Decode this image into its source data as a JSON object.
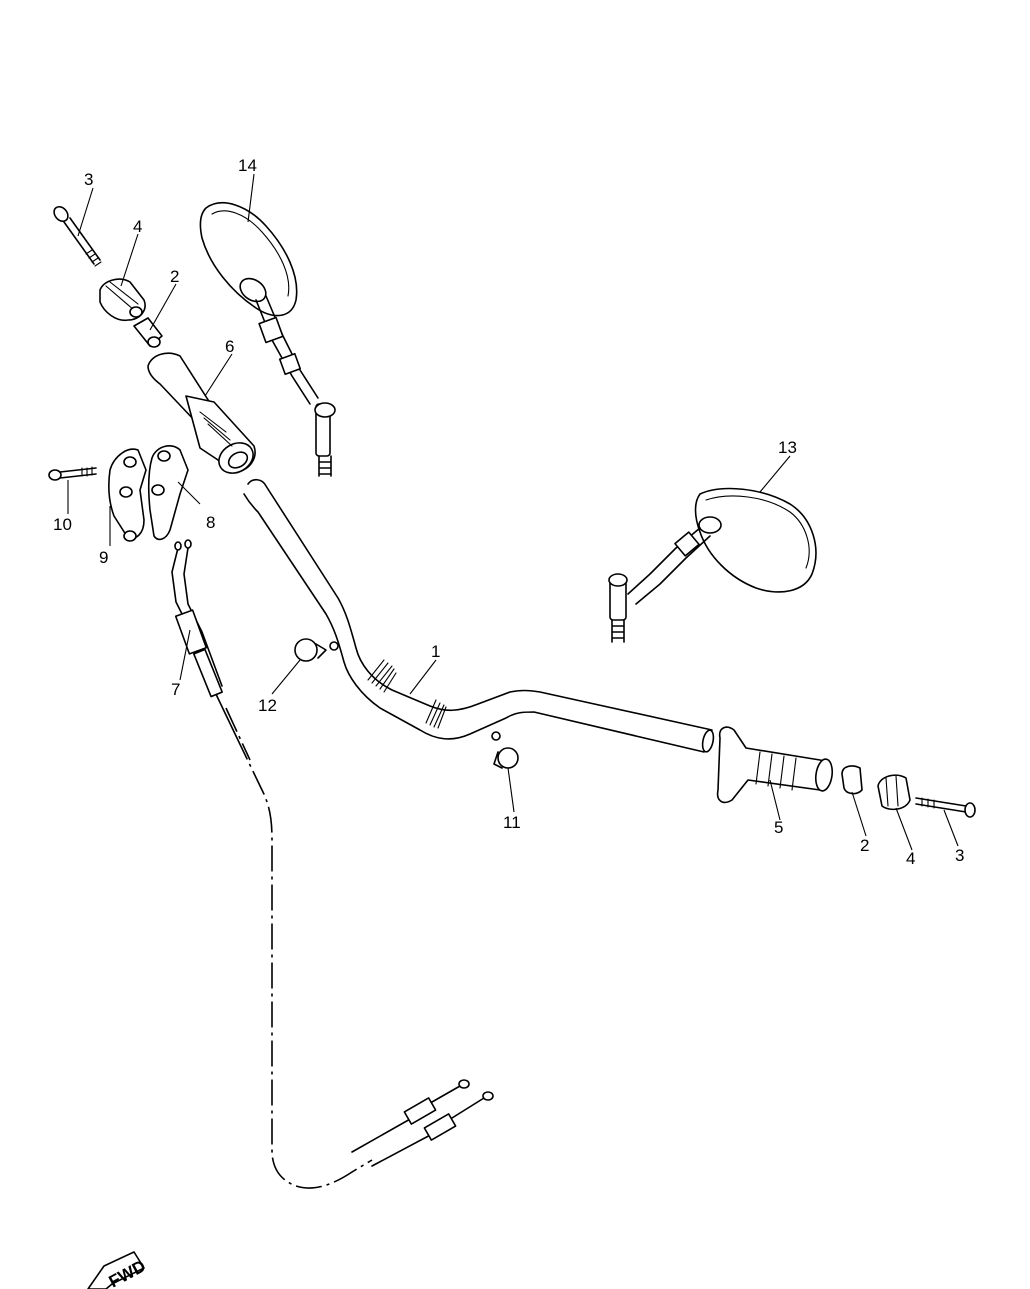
{
  "callouts": {
    "c1": "1",
    "c2a": "2",
    "c2b": "2",
    "c3a": "3",
    "c3b": "3",
    "c4a": "4",
    "c4b": "4",
    "c5": "5",
    "c6": "6",
    "c7": "7",
    "c8": "8",
    "c9": "9",
    "c10": "10",
    "c11": "11",
    "c12": "12",
    "c13": "13",
    "c14": "14"
  },
  "fwd_label": "FWD"
}
